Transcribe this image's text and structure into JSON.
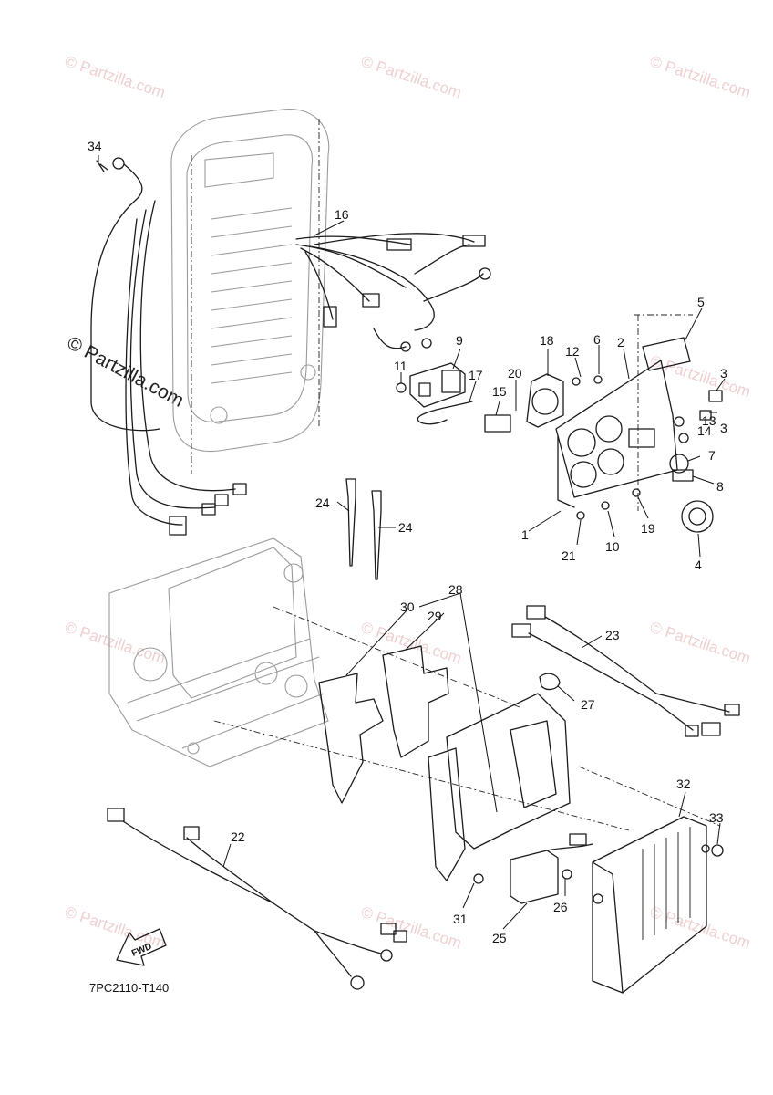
{
  "diagram_code": "7PC2110-T140",
  "watermark": {
    "text": "© Partzilla.com",
    "color": "#e2a9a9"
  },
  "watermark_main": "© Partzilla.com",
  "fwd_label": "FWD",
  "callouts": [
    "1",
    "2",
    "3",
    "3",
    "4",
    "5",
    "6",
    "7",
    "8",
    "9",
    "10",
    "11",
    "12",
    "13",
    "14",
    "15",
    "16",
    "17",
    "18",
    "19",
    "20",
    "21",
    "22",
    "23",
    "24",
    "24",
    "25",
    "26",
    "27",
    "28",
    "29",
    "30",
    "31",
    "32",
    "33",
    "34"
  ]
}
